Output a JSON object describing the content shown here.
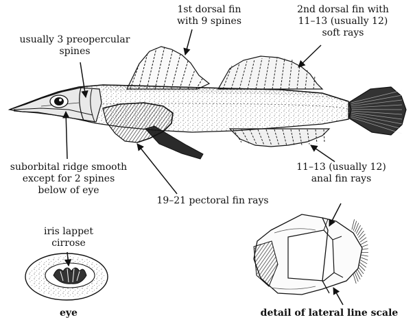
{
  "labels": {
    "first_dorsal": {
      "line1": "1st dorsal fin",
      "line2": "with 9 spines"
    },
    "second_dorsal": {
      "line1": "2nd dorsal fin with",
      "line2": "11–13 (usually 12)",
      "line3": "soft rays"
    },
    "preopercular": {
      "line1": "usually 3 preopercular",
      "line2": "spines"
    },
    "suborbital": {
      "line1": "suborbital ridge smooth",
      "line2": "except for 2 spines",
      "line3": "below of eye"
    },
    "pectoral": "19–21 pectoral fin rays",
    "anal": {
      "line1": "11–13 (usually 12)",
      "line2": "anal fin rays"
    },
    "iris": {
      "line1": "iris lappet",
      "line2": "cirrose"
    },
    "eye_caption": "eye",
    "scale_caption": "detail of lateral line scale"
  },
  "colors": {
    "ink": "#111111",
    "background": "#ffffff",
    "body_stipple": "#bfbfbf"
  }
}
